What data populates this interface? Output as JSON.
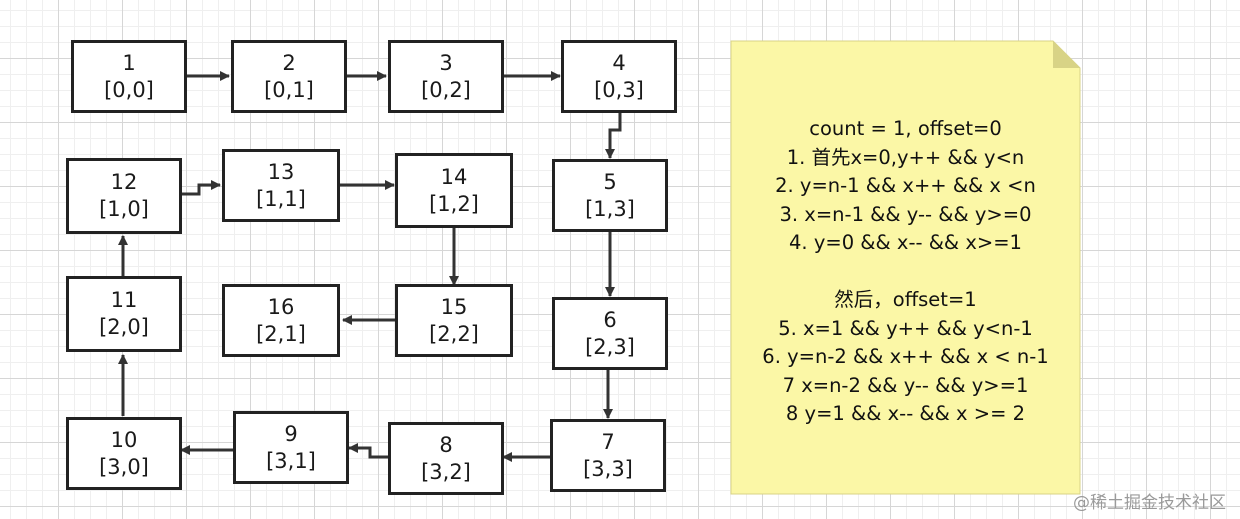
{
  "nodes": [
    {
      "id": "1",
      "coord": "[0,0]"
    },
    {
      "id": "2",
      "coord": "[0,1]"
    },
    {
      "id": "3",
      "coord": "[0,2]"
    },
    {
      "id": "4",
      "coord": "[0,3]"
    },
    {
      "id": "5",
      "coord": "[1,3]"
    },
    {
      "id": "6",
      "coord": "[2,3]"
    },
    {
      "id": "7",
      "coord": "[3,3]"
    },
    {
      "id": "8",
      "coord": "[3,2]"
    },
    {
      "id": "9",
      "coord": "[3,1]"
    },
    {
      "id": "10",
      "coord": "[3,0]"
    },
    {
      "id": "11",
      "coord": "[2,0]"
    },
    {
      "id": "12",
      "coord": "[1,0]"
    },
    {
      "id": "13",
      "coord": "[1,1]"
    },
    {
      "id": "14",
      "coord": "[1,2]"
    },
    {
      "id": "15",
      "coord": "[2,2]"
    },
    {
      "id": "16",
      "coord": "[2,1]"
    }
  ],
  "note": {
    "lines": [
      "count = 1, offset=0",
      "1. 首先x=0,y++ && y<n",
      "2. y=n-1 && x++ && x <n",
      "3. x=n-1 && y-- && y>=0",
      "4. y=0 && x-- && x>=1",
      "",
      "然后，offset=1",
      "5. x=1 && y++ && y<n-1",
      "6. y=n-2 && x++ && x < n-1",
      "7 x=n-2 && y-- && y>=1",
      "8 y=1 && x-- && x >= 2"
    ],
    "color": "#fbf7a6",
    "fold_color": "#d8d386"
  },
  "watermark": "@稀土掘金技术社区"
}
